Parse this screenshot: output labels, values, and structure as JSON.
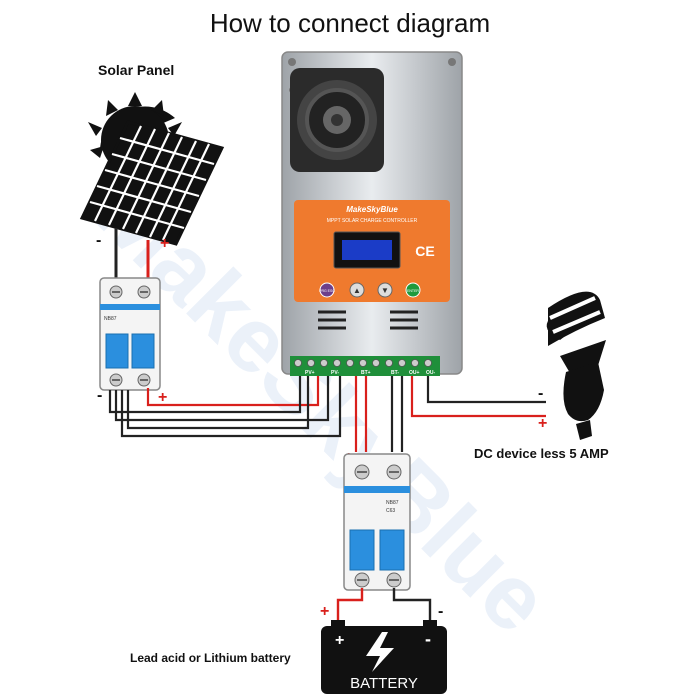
{
  "title": "How to connect diagram",
  "labels": {
    "solar_panel": "Solar Panel",
    "dc_device": "DC device less 5 AMP",
    "battery_caption": "Lead acid or Lithium battery"
  },
  "watermark": "MakeSkyBlue",
  "controller": {
    "brand": "MakeSkyBlue",
    "subtitle": "MPPT SOLAR CHARGE CONTROLLER",
    "ce": "CE",
    "buttons": [
      "PRG ESC",
      "▲",
      "▼",
      "ENTER"
    ],
    "terminals": [
      "PV+",
      "PV-",
      "BT+",
      "BT-",
      "OU+",
      "OU-"
    ]
  },
  "battery": {
    "label": "BATTERY",
    "plus": "+",
    "minus": "-"
  },
  "polarity": {
    "plus": "+",
    "minus": "-"
  },
  "breaker": {
    "model": "NB87",
    "rating": "C63"
  },
  "colors": {
    "positive": "#d9201c",
    "negative": "#222222",
    "panel": "#ef7a2e",
    "breaker_toggle": "#2b8fde"
  }
}
